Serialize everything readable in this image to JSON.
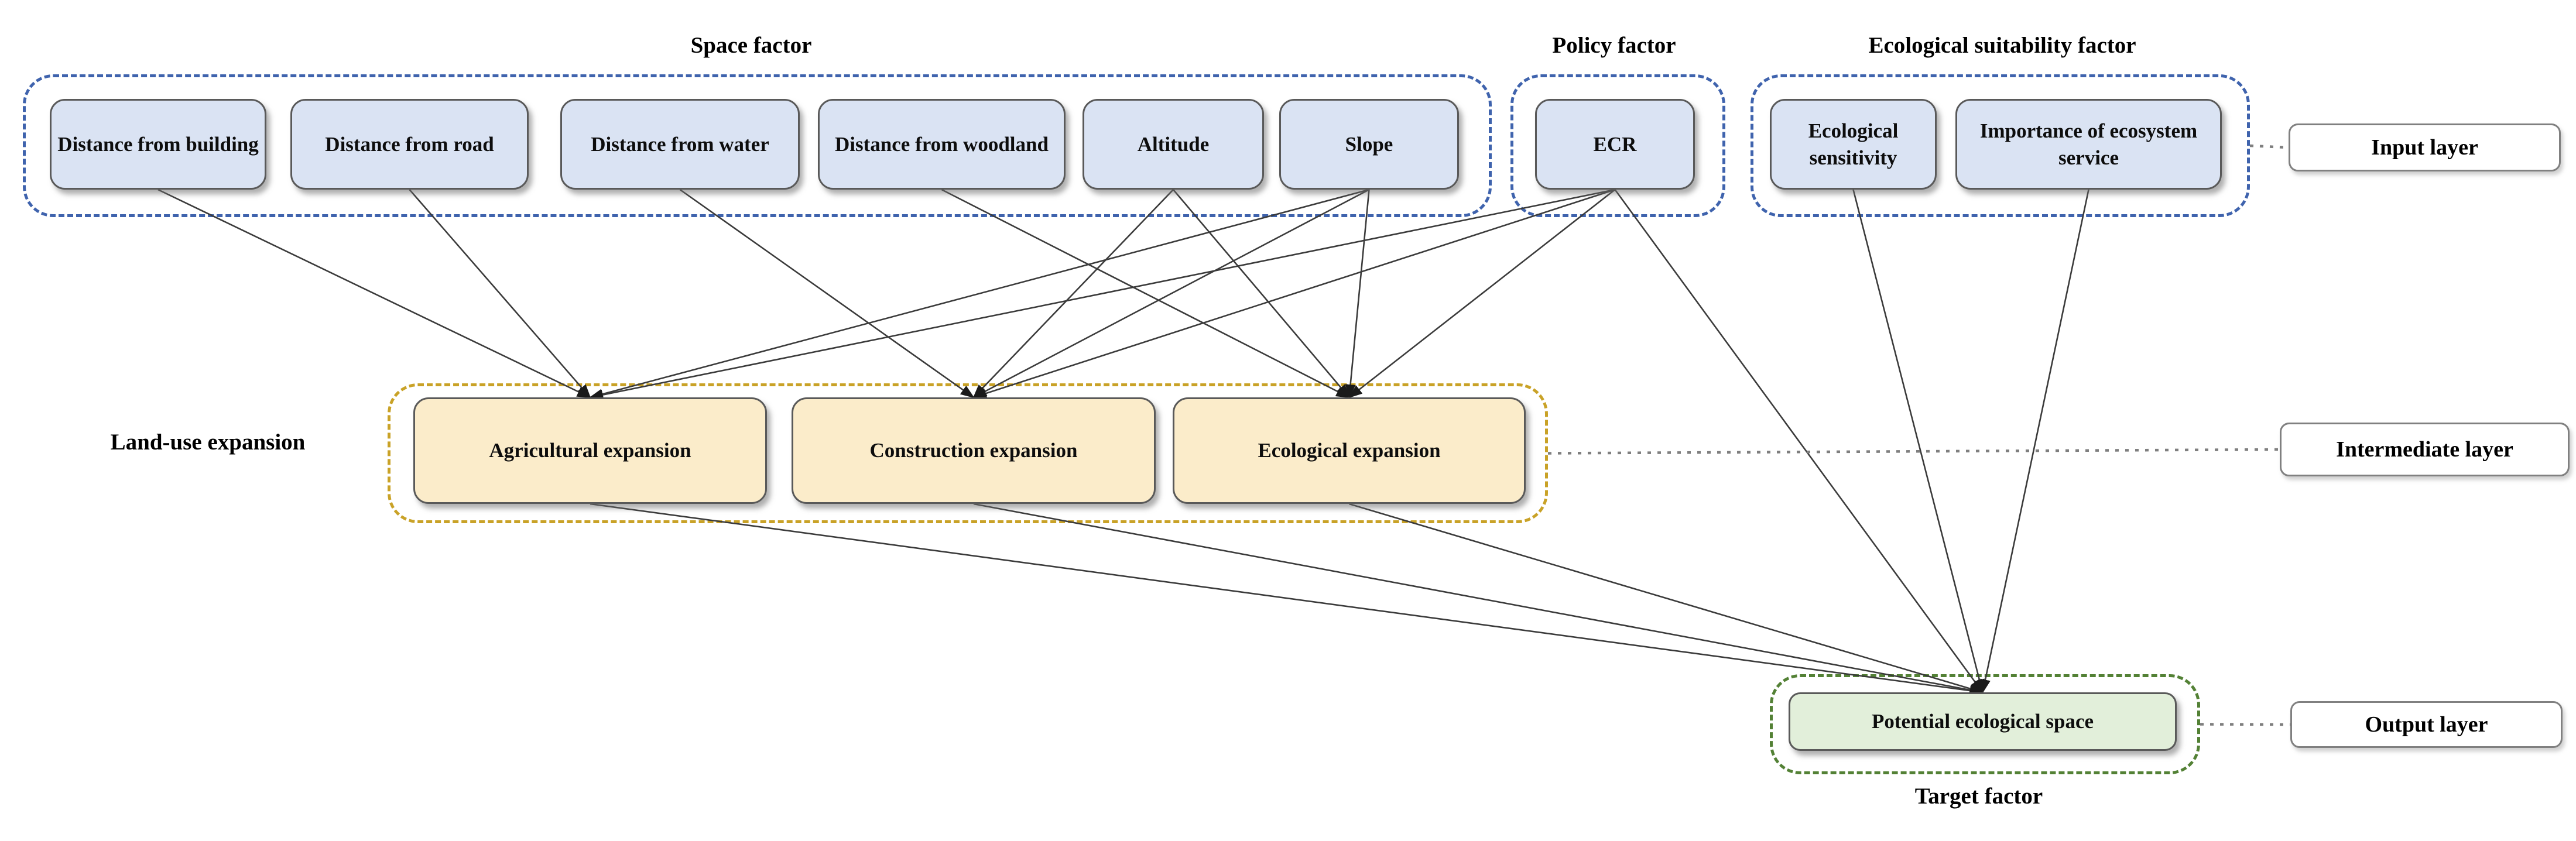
{
  "titles": {
    "space": "Space factor",
    "policy": "Policy factor",
    "eco_suitability": "Ecological suitability factor",
    "land_use": "Land-use expansion",
    "target": "Target factor"
  },
  "layers": {
    "input": "Input layer",
    "intermediate": "Intermediate layer",
    "output": "Output layer"
  },
  "nodes": {
    "building": "Distance from building",
    "road": "Distance from road",
    "water": "Distance from water",
    "woodland": "Distance from woodland",
    "altitude": "Altitude",
    "slope": "Slope",
    "ecr": "ECR",
    "sensitivity": "Ecological sensitivity",
    "importance": "Importance of ecosystem service",
    "agricultural": "Agricultural expansion",
    "construction": "Construction expansion",
    "ecological": "Ecological expansion",
    "potential": "Potential ecological space"
  },
  "colors": {
    "input_node_fill": "#dae3f3",
    "intermediate_node_fill": "#fbecca",
    "output_node_fill": "#e2efda",
    "blue_group_border": "#3f63ad",
    "yellow_group_border": "#c9a227",
    "green_group_border": "#538135",
    "node_border": "#595959",
    "edge_color": "#3b3b3b",
    "connector_color": "#7f7f7f"
  },
  "edges": [
    {
      "from": "building",
      "to": "agricultural",
      "type": "solid"
    },
    {
      "from": "road",
      "to": "agricultural",
      "type": "solid"
    },
    {
      "from": "slope",
      "to": "agricultural",
      "type": "solid"
    },
    {
      "from": "ecr",
      "to": "agricultural",
      "type": "solid"
    },
    {
      "from": "water",
      "to": "construction",
      "type": "solid"
    },
    {
      "from": "altitude",
      "to": "construction",
      "type": "solid"
    },
    {
      "from": "slope",
      "to": "construction",
      "type": "solid"
    },
    {
      "from": "ecr",
      "to": "construction",
      "type": "solid"
    },
    {
      "from": "woodland",
      "to": "ecological",
      "type": "solid"
    },
    {
      "from": "altitude",
      "to": "ecological",
      "type": "solid"
    },
    {
      "from": "slope",
      "to": "ecological",
      "type": "solid"
    },
    {
      "from": "ecr",
      "to": "ecological",
      "type": "solid"
    },
    {
      "from": "ecr",
      "to": "potential",
      "type": "solid"
    },
    {
      "from": "sensitivity",
      "to": "potential",
      "type": "solid"
    },
    {
      "from": "importance",
      "to": "potential",
      "type": "solid"
    },
    {
      "from": "agricultural",
      "to": "potential",
      "type": "solid"
    },
    {
      "from": "construction",
      "to": "potential",
      "type": "solid"
    },
    {
      "from": "ecological",
      "to": "potential",
      "type": "solid"
    },
    {
      "from": "eco-group",
      "to": "input-label",
      "type": "dotted",
      "from_side": "right",
      "to_side": "left"
    },
    {
      "from": "landuse-group",
      "to": "intermediate-label",
      "type": "dotted",
      "from_side": "right",
      "to_side": "left"
    },
    {
      "from": "output-group",
      "to": "output-label",
      "type": "dotted",
      "from_side": "right",
      "to_side": "left"
    }
  ]
}
